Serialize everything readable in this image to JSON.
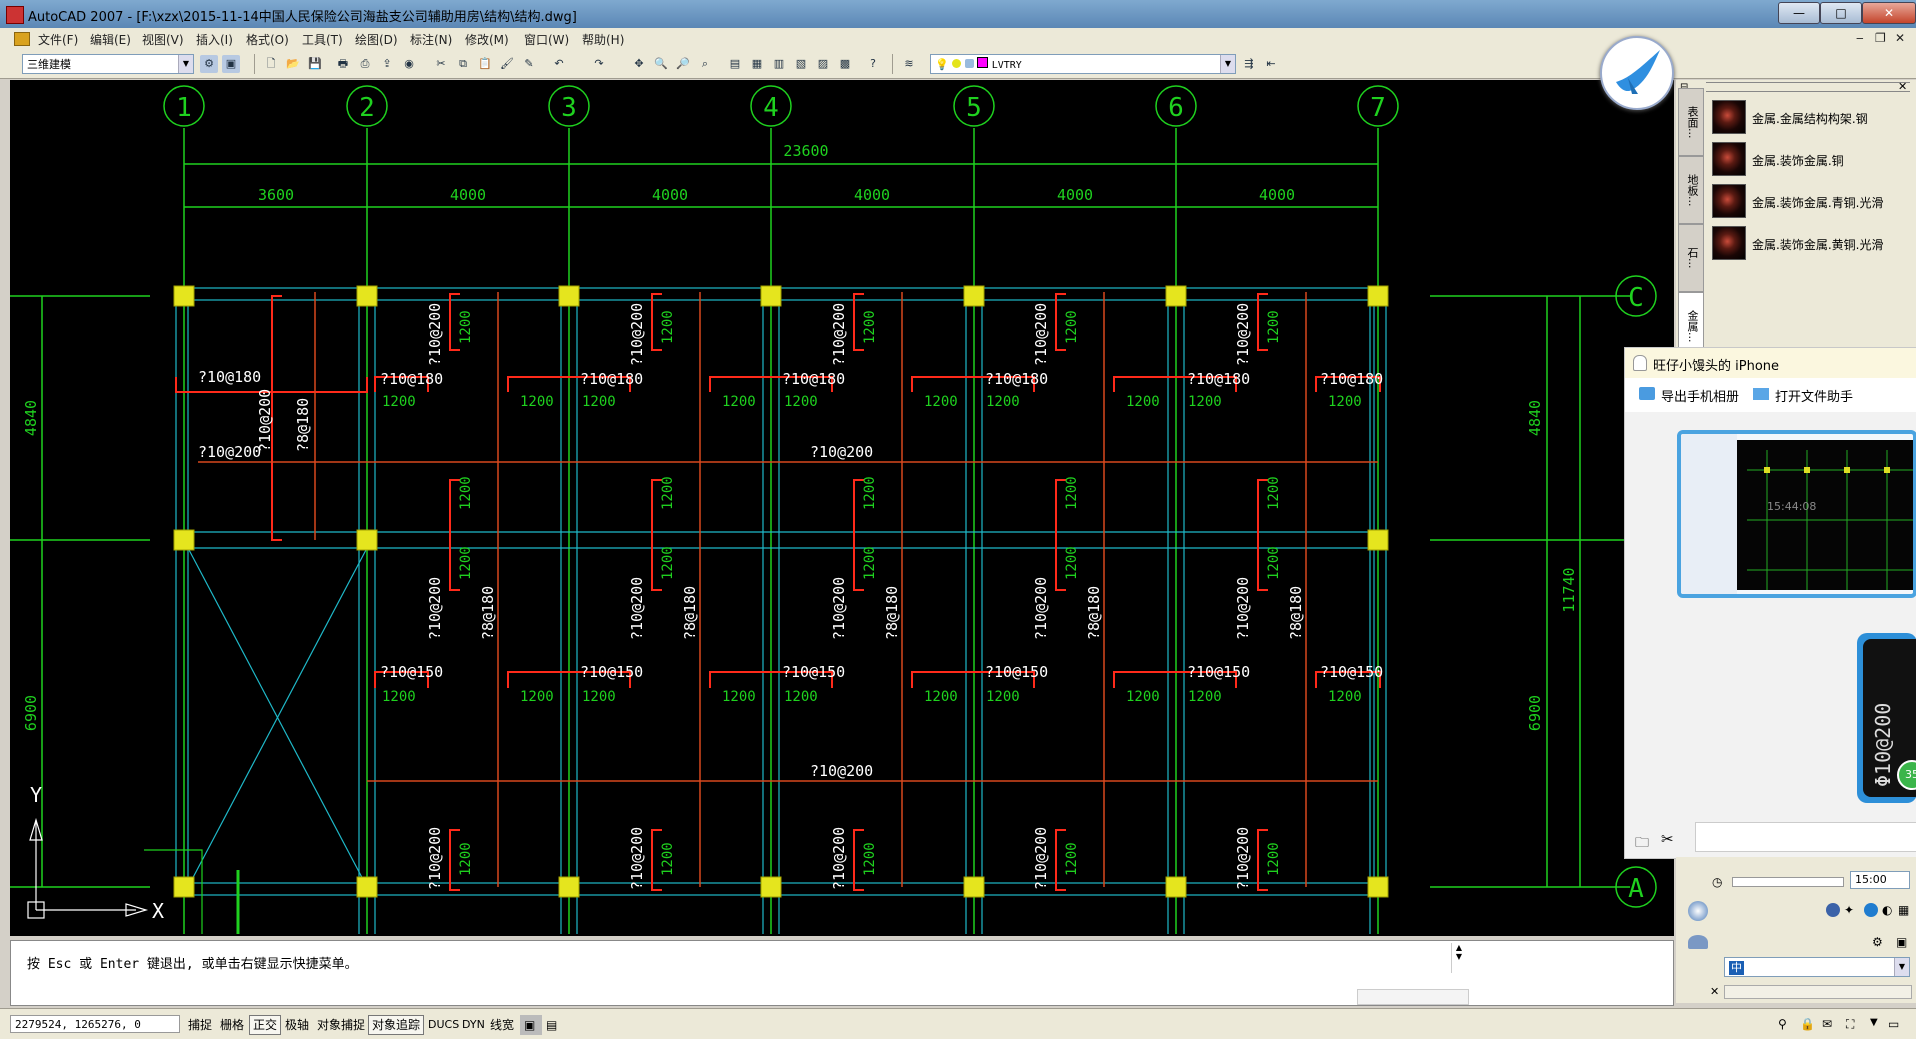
{
  "window": {
    "title": "AutoCAD 2007 - [F:\\xzx\\2015-11-14中国人民保险公司海盐支公司辅助用房\\结构\\结构.dwg]",
    "min": "—",
    "max": "□",
    "close": "✕"
  },
  "menu": [
    "文件(F)",
    "编辑(E)",
    "视图(V)",
    "插入(I)",
    "格式(O)",
    "工具(T)",
    "绘图(D)",
    "标注(N)",
    "修改(M)",
    "窗口(W)",
    "帮助(H)"
  ],
  "toolbar": {
    "workspace": "三维建模",
    "layer": "LVTRY"
  },
  "palette": {
    "tabs": [
      "表面...",
      "地板...",
      "石...",
      "金属...",
      "..."
    ],
    "materials": [
      "金属.金属结构构架.钢",
      "金属.装饰金属.铜",
      "金属.装饰金属.青铜.光滑",
      "金属.装饰金属.黄铜.光滑"
    ]
  },
  "chat": {
    "title": "旺仔小馒头的 iPhone",
    "export_label": "导出手机相册",
    "open_label": "打开文件助手",
    "timestamp": "15:44:08",
    "bubble_text": "Φ10@200",
    "badge": "35"
  },
  "lowpanel": {
    "time_value": "15:00",
    "ime": "中"
  },
  "command": {
    "prompt": "按 Esc 或 Enter 键退出, 或单击右键显示快捷菜单。"
  },
  "status": {
    "coords": "2279524, 1265276, 0",
    "buttons": [
      "捕捉",
      "栅格",
      "正交",
      "极轴",
      "对象捕捉",
      "对象追踪",
      "DUCS",
      "DYN",
      "线宽"
    ]
  },
  "drawing": {
    "axis_labels": [
      "1",
      "2",
      "3",
      "4",
      "5",
      "6",
      "7"
    ],
    "row_labels": [
      "C",
      "A"
    ],
    "total_dim": "23600",
    "span_dims": [
      "3600",
      "4000",
      "4000",
      "4000",
      "4000",
      "4000"
    ],
    "left_dims": [
      "4840",
      "6900"
    ],
    "right_dims": [
      "4840",
      "11740",
      "6900"
    ],
    "rebar": {
      "d10_180": "?10@180",
      "d10_200": "?10@200",
      "d8_180": "?8@180",
      "d10_150": "?10@150",
      "len": "1200"
    },
    "ucs": {
      "x": "X",
      "y": "Y"
    }
  }
}
